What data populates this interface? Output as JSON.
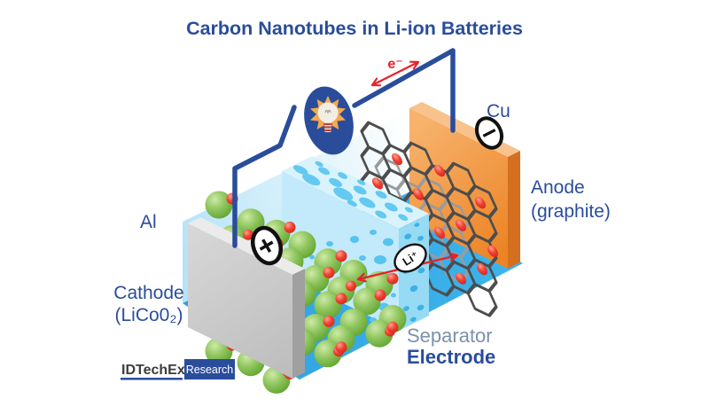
{
  "title": "Carbon Nanotubes in Li-ion Batteries",
  "circuit": {
    "electron_label": "e⁻"
  },
  "anode": {
    "collector_label": "Cu",
    "terminal": "−",
    "name_line1": "Anode",
    "name_line2": "(graphite)"
  },
  "cathode": {
    "collector_label": "Al",
    "terminal": "+",
    "name_line1": "Cathode",
    "name_line2": "(LiCo0₂)"
  },
  "separator": {
    "label": "Separator"
  },
  "electrode": {
    "label": "Electrode"
  },
  "ion": {
    "label": "Li⁺"
  },
  "logo": {
    "brand": "IDTechEx",
    "division": "Research"
  },
  "colors": {
    "accent_blue": "#2a4d9b",
    "signal_red": "#e8212a",
    "electrolyte_blue": "#31a9e6",
    "separator_blue": "#c2eafb",
    "cathode_green": "#7cb944",
    "copper_orange": "#ee8d2f",
    "aluminum_gray": "#c6c6c6",
    "graphite_gray": "#4d4d4d",
    "separator_label_gray": "#7b91ad"
  }
}
